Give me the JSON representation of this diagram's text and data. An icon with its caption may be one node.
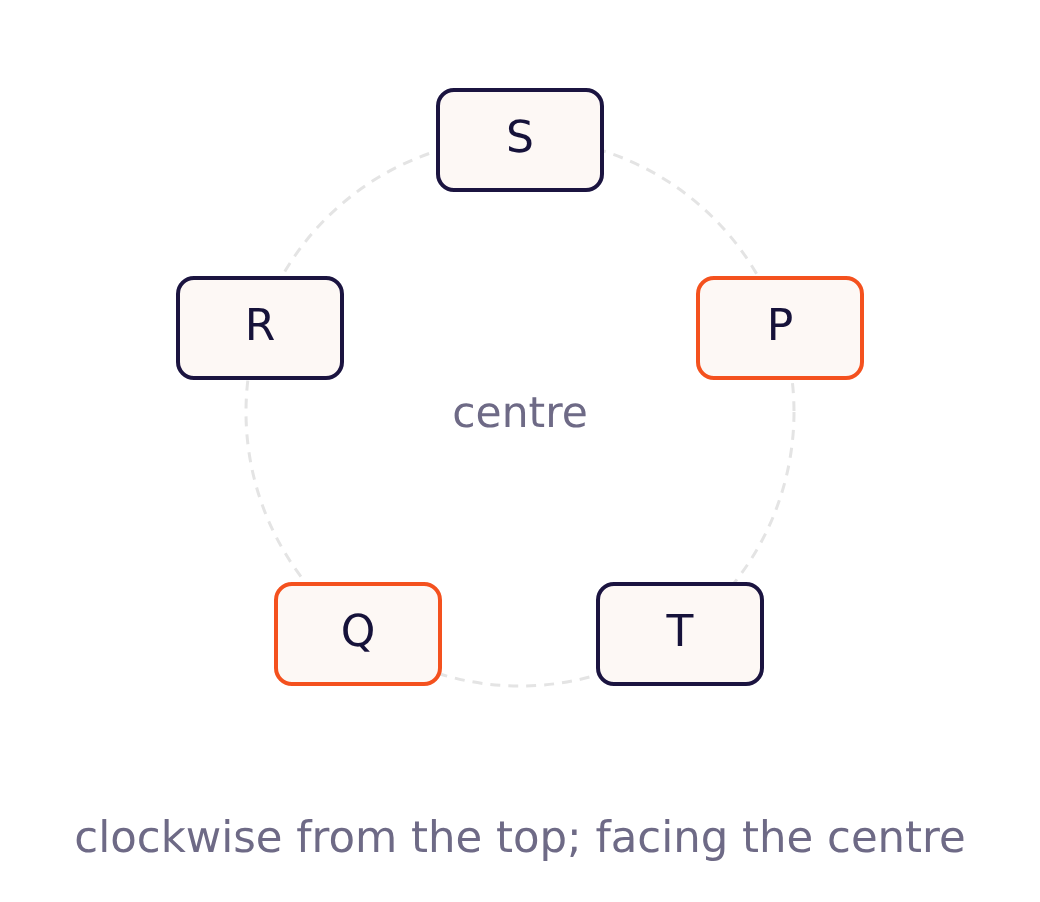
{
  "diagram": {
    "caption": "clockwise from the top; facing the centre",
    "nodes": [
      {
        "text": [
          "S"
        ]
      },
      {
        "text": [
          "R"
        ]
      },
      {
        "text": [
          "P"
        ]
      },
      {
        "text": [
          "Q"
        ]
      },
      {
        "text": [
          "T"
        ]
      }
    ],
    "labels": [
      "centre"
    ]
  }
}
